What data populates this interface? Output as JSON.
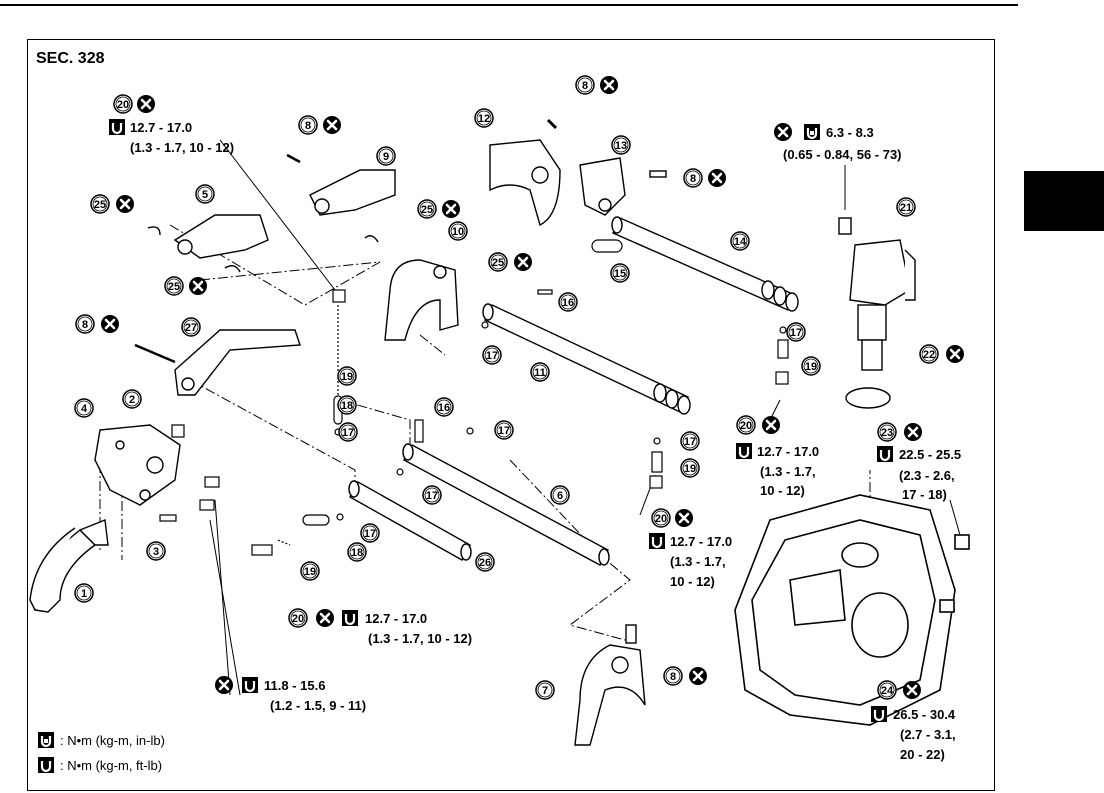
{
  "section": "SEC. 328",
  "torque_specs": {
    "t20_top": [
      "12.7 - 17.0",
      "(1.3 - 1.7, 10 - 12)"
    ],
    "t21": [
      "6.3 - 8.3",
      "(0.65 - 0.84, 56 - 73)"
    ],
    "t20_mid": [
      "12.7 - 17.0",
      "(1.3 - 1.7,",
      "10 - 12)"
    ],
    "t23": [
      "22.5 - 25.5",
      "(2.3 - 2.6,",
      "17 - 18)"
    ],
    "t20_low": [
      "12.7 - 17.0",
      "(1.3 - 1.7,",
      "10 - 12)"
    ],
    "t20_bottom": [
      "12.7 - 17.0",
      "(1.3 - 1.7, 10 - 12)"
    ],
    "t_bolts": [
      "11.8 - 15.6",
      "(1.2 - 1.5, 9 - 11)"
    ],
    "t24": [
      "26.5 - 30.4",
      "(2.7 - 3.1,",
      "20 - 22)"
    ]
  },
  "callouts": [
    "1",
    "2",
    "3",
    "4",
    "5",
    "6",
    "7",
    "8",
    "9",
    "10",
    "11",
    "12",
    "13",
    "14",
    "15",
    "16",
    "17",
    "18",
    "19",
    "20",
    "21",
    "22",
    "23",
    "24",
    "25",
    "26",
    "27"
  ],
  "legend": [
    {
      "icon": "torque-wrench-inlb-icon",
      "text": ": N•m (kg-m, in-lb)"
    },
    {
      "icon": "torque-wrench-ftlb-icon",
      "text": ": N•m (kg-m, ft-lb)"
    }
  ],
  "icons": {
    "replace": "x-circle-icon",
    "torque": "torque-wrench-icon"
  }
}
